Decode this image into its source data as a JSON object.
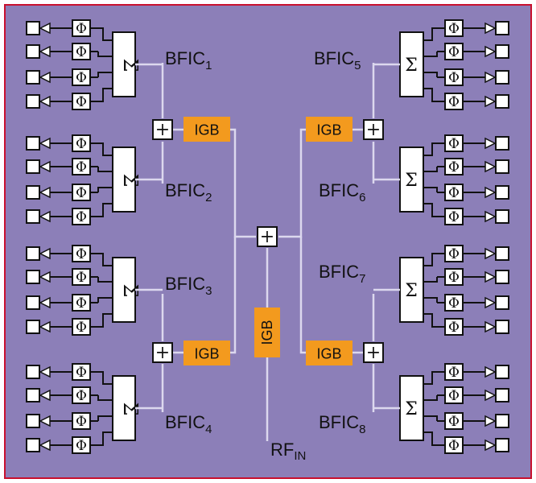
{
  "diagram": {
    "bfic_prefix": "BFIC",
    "bfic_indices": [
      "1",
      "2",
      "3",
      "4",
      "5",
      "6",
      "7",
      "8"
    ],
    "igb_label": "IGB",
    "rf_in": {
      "main": "RF",
      "sub": "IN"
    },
    "phase_symbol": "Φ",
    "sum_symbol": "Σ",
    "combiner_symbol": "+",
    "colors": {
      "background": "#8c7fb8",
      "border": "#c8102e",
      "line": "#dcd8ee",
      "igb_fill": "#f39a1e",
      "block_fill": "#ffffff",
      "stroke": "#111111"
    }
  }
}
